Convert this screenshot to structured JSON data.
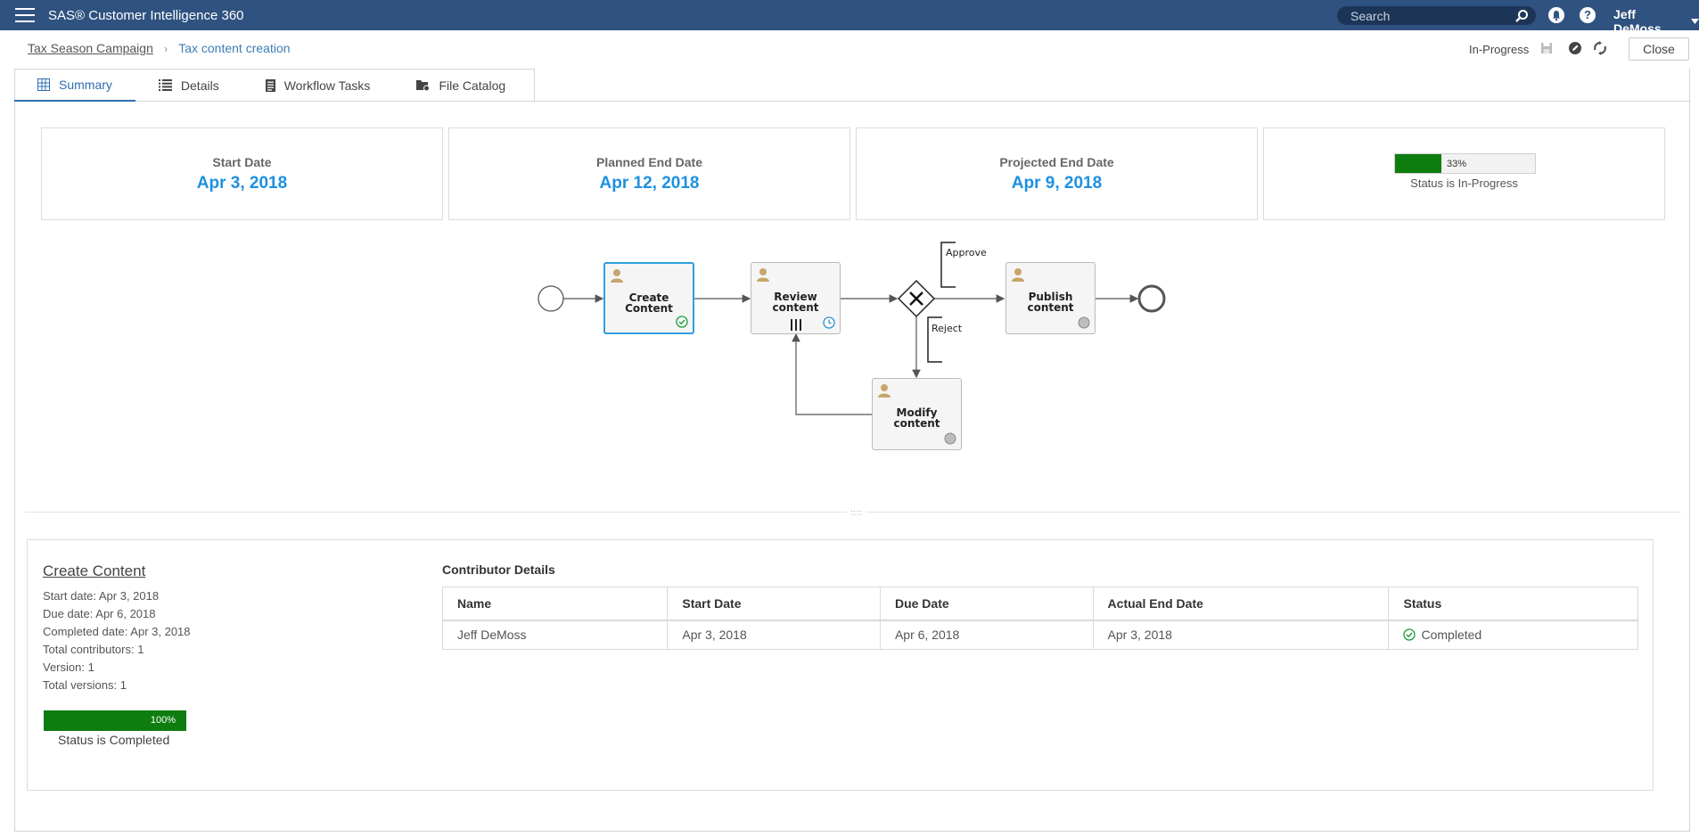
{
  "app": {
    "title": "SAS® Customer Intelligence 360"
  },
  "search": {
    "placeholder": "Search"
  },
  "user": {
    "name": "Jeff DeMoss"
  },
  "breadcrumb": {
    "parent": "Tax Season Campaign",
    "current": "Tax content creation"
  },
  "header": {
    "status": "In-Progress",
    "close_label": "Close"
  },
  "tabs": [
    {
      "label": "Summary",
      "icon": "grid-icon",
      "active": true
    },
    {
      "label": "Details",
      "icon": "details-list-icon",
      "active": false
    },
    {
      "label": "Workflow Tasks",
      "icon": "task-list-icon",
      "active": false
    },
    {
      "label": "File Catalog",
      "icon": "folder-icon",
      "active": false
    }
  ],
  "cards": {
    "start": {
      "label": "Start Date",
      "value": "Apr 3, 2018"
    },
    "planned_end": {
      "label": "Planned End Date",
      "value": "Apr 12, 2018"
    },
    "projected_end": {
      "label": "Projected End Date",
      "value": "Apr 9, 2018"
    },
    "progress": {
      "percent": 33,
      "percent_label": "33%",
      "status": "Status is In-Progress"
    }
  },
  "workflow": {
    "tasks": {
      "create": {
        "line1": "Create",
        "line2": "Content"
      },
      "review": {
        "line1": "Review",
        "line2": "content"
      },
      "publish": {
        "line1": "Publish",
        "line2": "content"
      },
      "modify": {
        "line1": "Modify",
        "line2": "content"
      }
    },
    "gateway": {
      "approve_label": "Approve",
      "reject_label": "Reject"
    }
  },
  "detail": {
    "title": "Create Content",
    "start": "Start date: Apr 3, 2018",
    "due": "Due date: Apr 6, 2018",
    "completed": "Completed date: Apr 3, 2018",
    "contributors": "Total contributors: 1",
    "version": "Version: 1",
    "versions": "Total versions: 1",
    "progress": {
      "percent": 100,
      "percent_label": "100%",
      "status": "Status is Completed"
    }
  },
  "contributors": {
    "title": "Contributor Details",
    "columns": [
      "Name",
      "Start Date",
      "Due Date",
      "Actual End Date",
      "Status"
    ],
    "rows": [
      {
        "name": "Jeff DeMoss",
        "start": "Apr 3, 2018",
        "due": "Apr 6, 2018",
        "actual_end": "Apr 3, 2018",
        "status": "Completed"
      }
    ]
  },
  "colors": {
    "topbar": "#2f5280",
    "accent": "#1e90e0",
    "progress": "#0e7d10",
    "selected": "#2fa0dc"
  }
}
